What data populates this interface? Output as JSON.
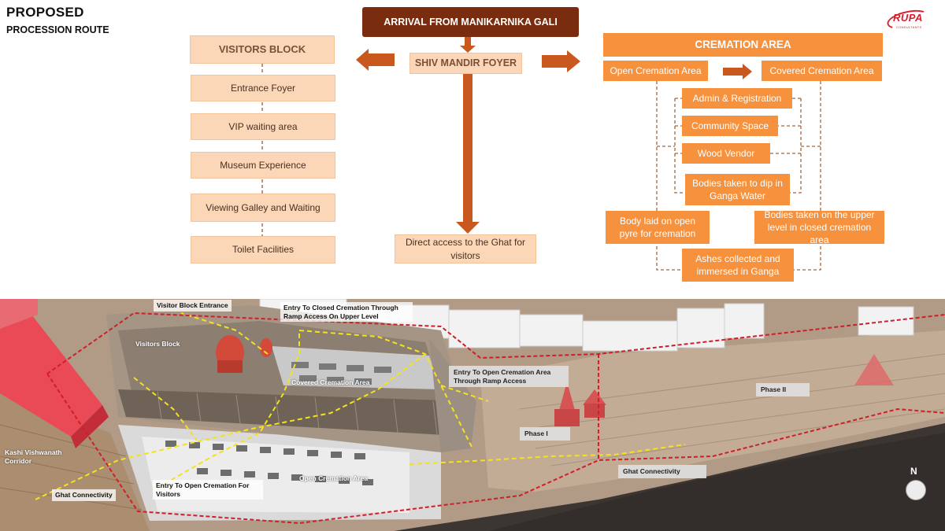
{
  "header": {
    "title": "PROPOSED",
    "subtitle": "PROCESSION ROUTE"
  },
  "logo": {
    "text": "RUPA",
    "tagline": "CONSULTANTS"
  },
  "flow": {
    "arrival": "ARRIVAL FROM MANIKARNIKA GALI",
    "foyer": "SHIV MANDIR FOYER",
    "direct_access": "Direct access to the Ghat for visitors",
    "visitors": {
      "heading": "VISITORS BLOCK",
      "items": [
        "Entrance Foyer",
        "VIP waiting area",
        "Museum Experience",
        "Viewing Galley and Waiting",
        "Toilet Facilities"
      ]
    },
    "cremation": {
      "heading": "CREMATION AREA",
      "open_area": "Open Cremation Area",
      "covered_area": "Covered Cremation Area",
      "admin": "Admin & Registration",
      "community": "Community Space",
      "wood": "Wood Vendor",
      "bodies_dip": "Bodies taken to dip in Ganga Water",
      "body_pyre": "Body laid on open pyre for cremation",
      "bodies_upper": "Bodies taken on the upper level in closed cremation area",
      "ashes": "Ashes collected and immersed in Ganga"
    }
  },
  "site": {
    "visitor_entrance": "Visitor Block Entrance",
    "entry_closed": "Entry To Closed Cremation Through Ramp Access On Upper Level",
    "visitors_block": "Visitors Block",
    "covered_cremation": "Covered Cremation Area",
    "entry_open_ramp": "Entry To Open Cremation Area Through Ramp Access",
    "phase1": "Phase I",
    "phase2": "Phase II",
    "kashi": "Kashi Vishwanath Corridor",
    "ghat_left": "Ghat Connectivity",
    "entry_visitors": "Entry To Open Cremation For Visitors",
    "open_cremation": "Open Cremation Area",
    "ghat_right": "Ghat Connectivity",
    "north": "N"
  },
  "colors": {
    "dark_brown": "#7a2c0e",
    "orange": "#f6913d",
    "peach": "#fbd7b8",
    "arrow": "#c9581e",
    "route": "#f3e31b",
    "boundary": "#d01e2a"
  }
}
